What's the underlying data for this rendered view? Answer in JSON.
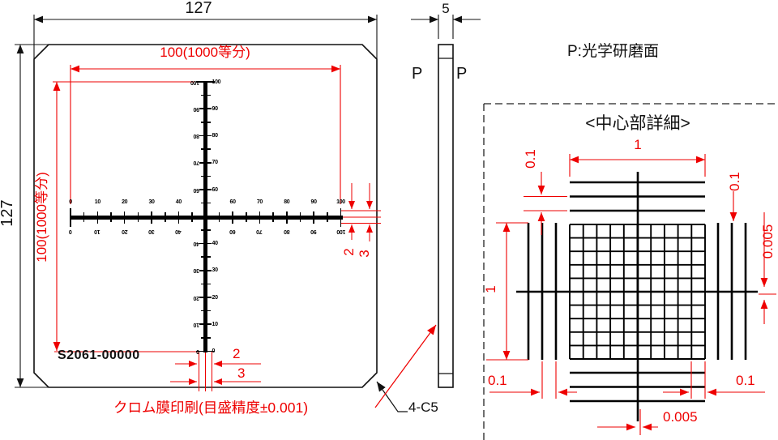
{
  "colors": {
    "ink": "#111111",
    "dimension_red": "#ee0000"
  },
  "front_view": {
    "overall_width": "127",
    "overall_height": "127",
    "scale_width_note": "100(1000等分)",
    "scale_height_note": "100(1000等分)",
    "part_no": "S2061-00000",
    "end_tick_dim_inner": "2",
    "end_tick_dim_outer": "3",
    "h_ruler_labels": [
      "0",
      "10",
      "20",
      "30",
      "40",
      "",
      "60",
      "70",
      "80",
      "90",
      "100"
    ],
    "v_ruler_labels": [
      "100",
      "90",
      "80",
      "70",
      "60",
      "",
      "40",
      "30",
      "20",
      "10",
      "0"
    ]
  },
  "side_view": {
    "thickness": "5",
    "left_surface": "P",
    "right_surface": "P"
  },
  "notes": {
    "polish": "P:光学研磨面",
    "chrome": "クロム膜印刷(目盛精度±0.001)",
    "chamfer": "4-C5"
  },
  "detail_view": {
    "title": "<中心部詳細>",
    "dim_width": "1",
    "dim_height": "1",
    "dim_pitch_top_left": "0.1",
    "dim_pitch_top_right": "0.1",
    "dim_pitch_bottom_left": "0.1",
    "dim_pitch_bottom_right": "0.1",
    "dim_fine_right": "0.005",
    "dim_fine_bottom": "0.005"
  }
}
